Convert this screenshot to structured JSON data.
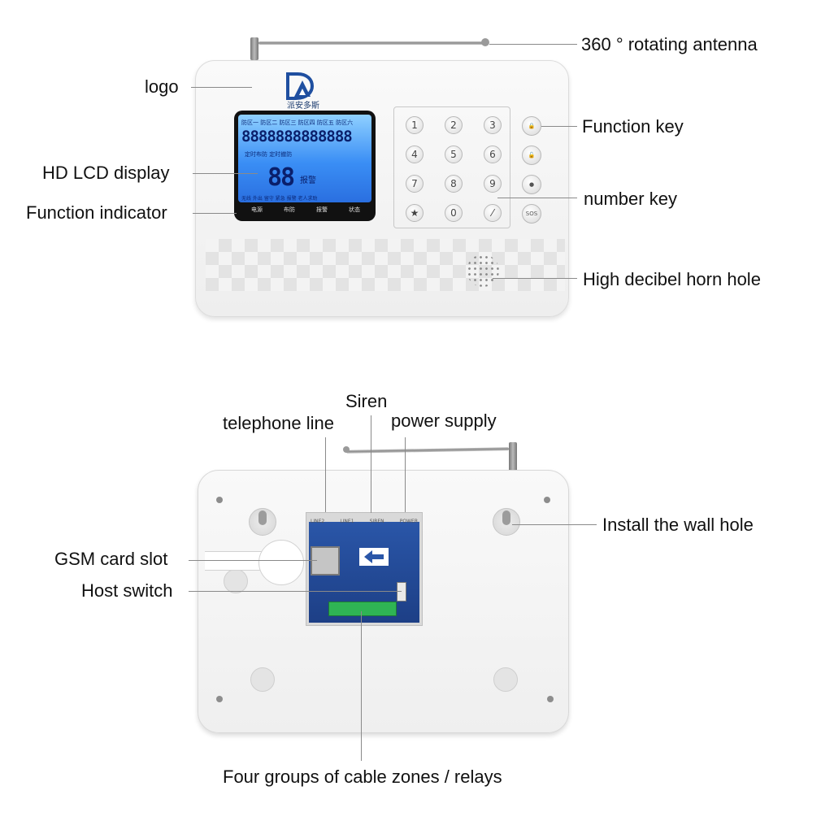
{
  "front": {
    "labels": {
      "antenna": "360 ° rotating antenna",
      "logo": "logo",
      "function_key": "Function key",
      "lcd": "HD LCD display",
      "number_key": "number key",
      "function_indicator": "Function indicator",
      "horn": "High decibel horn hole"
    },
    "brand_text": "派安多斯",
    "lcd": {
      "top_row": "防区一 防区二 防区三 防区四 防区五 防区六",
      "digits": "8888888888888",
      "mid_row": "定时布防    定时撤防",
      "big_digits": "88",
      "alarm_word": "报警",
      "bottom_row": "无线 外出 留守 紧急 报警 老人求助",
      "indicators": [
        "电源",
        "布防",
        "报警",
        "状态"
      ]
    },
    "keypad": {
      "number_keys": [
        "1",
        "2",
        "3",
        "4",
        "5",
        "6",
        "7",
        "8",
        "9",
        "★",
        "0",
        "⁄"
      ],
      "function_keys": [
        "🔒",
        "🔓",
        "●",
        "SOS"
      ]
    }
  },
  "back": {
    "labels": {
      "siren": "Siren",
      "telephone_line": "telephone line",
      "power_supply": "power supply",
      "wall_hole": "Install the wall hole",
      "gsm_slot": "GSM card slot",
      "host_switch": "Host switch",
      "cable_zones": "Four groups of cable zones / relays"
    },
    "port_labels": [
      "LINE2",
      "LINE1",
      "SIREN",
      "POWER"
    ]
  },
  "colors": {
    "lcd_blue": "#3a8ef5",
    "pcb_blue": "#2a56a8",
    "terminal_green": "#2fb454",
    "leader_line": "#8a8a8a"
  }
}
